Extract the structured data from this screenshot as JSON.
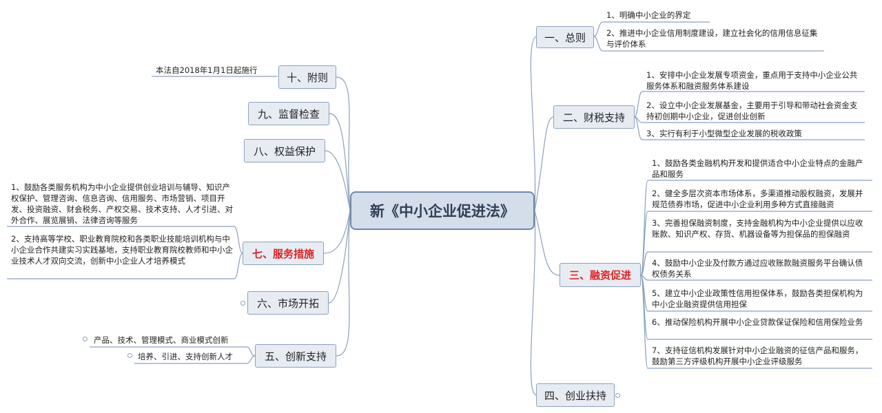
{
  "center": "新《中小企业促进法》",
  "branches": {
    "b1": {
      "label": "一、总则",
      "items": [
        "1、明确中小企业的界定",
        "2、推进中小企业信用制度建设，建立社会化的信用信息征集与评价体系"
      ]
    },
    "b2": {
      "label": "二、财税支持",
      "items": [
        "1、安排中小企业发展专项资金，重点用于支持中小企业公共服务体系和融资服务体系建设",
        "2、设立中小企业发展基金，主要用于引导和带动社会资金支持初创期中小企业，促进创业创新",
        "3、实行有利于小型微型企业发展的税收政策"
      ]
    },
    "b3": {
      "label": "三、融资促进",
      "items": [
        "1、鼓励各类金融机构开发和提供适合中小企业特点的金融产品和服务",
        "2、健全多层次资本市场体系，多渠道推动股权融资，发展并规范债券市场，促进中小企业利用多种方式直接融资",
        "3、完善担保融资制度，支持金融机构为中小企业提供以应收账款、知识产权、存货、机器设备等为担保品的担保融资",
        "4、鼓励中小企业及付款方通过应收账款融资服务平台确认债权债务关系",
        "5、建立中小企业政策性信用担保体系，鼓励各类担保机构为中小企业融资提供信用担保",
        "6、推动保险机构开展中小企业贷款保证保险和信用保险业务",
        "7、支持征信机构发展针对中小企业融资的征信产品和服务，鼓励第三方评级机构开展中小企业评级服务"
      ]
    },
    "b4": {
      "label": "四、创业扶持"
    },
    "b5": {
      "label": "五、创新支持",
      "items": [
        "产品、技术、管理模式、商业模式创新",
        "培养、引进、支持创新人才"
      ]
    },
    "b6": {
      "label": "六、市场开拓"
    },
    "b7": {
      "label": "七、服务措施",
      "items": [
        "1、鼓励各类服务机构为中小企业提供创业培训与辅导、知识产权保护、管理咨询、信息咨询、信用服务、市场营销、项目开发、投资融资、财会税务、产权交易、技术支持、人才引进、对外合作、展览展销、法律咨询等服务",
        "2、支持高等学校、职业教育院校和各类职业技能培训机构与中小企业合作共建实习实践基地，支持职业教育院校教师和中小企业技术人才双向交流，创新中小企业人才培养模式"
      ]
    },
    "b8": {
      "label": "八、权益保护"
    },
    "b9": {
      "label": "九、监督检查"
    },
    "b10": {
      "label": "十、附则",
      "items": [
        "本法自2018年1月1日起施行"
      ]
    }
  },
  "colors": {
    "accent": "#e02020",
    "line": "#8aa0bd",
    "node_fill": "#e7ecf3"
  }
}
